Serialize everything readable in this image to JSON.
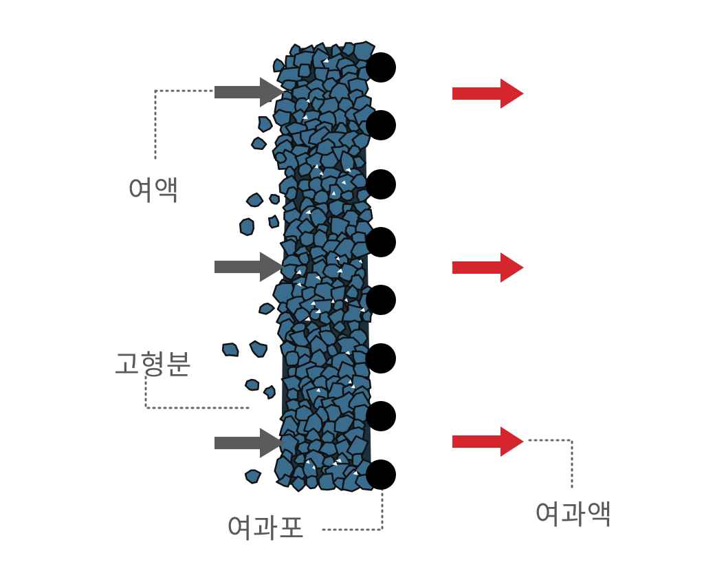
{
  "labels": {
    "filtrate_liquid": "여액",
    "solids": "고형분",
    "filter_cloth": "여과포",
    "filtrate": "여과액"
  },
  "colors": {
    "particle": "#3a6c8e",
    "particle_outline": "#111111",
    "feed_arrow": "#5b5b5b",
    "output_arrow": "#d4262c",
    "cloth_dot": "#000000",
    "leader_line": "#666666",
    "label_text": "#5a5a5a"
  },
  "icons": {
    "feed_arrows": "gray-right-arrow-icon",
    "output_arrows": "red-right-arrow-icon",
    "cloth_dots": "filter-cloth-fiber-icon"
  }
}
